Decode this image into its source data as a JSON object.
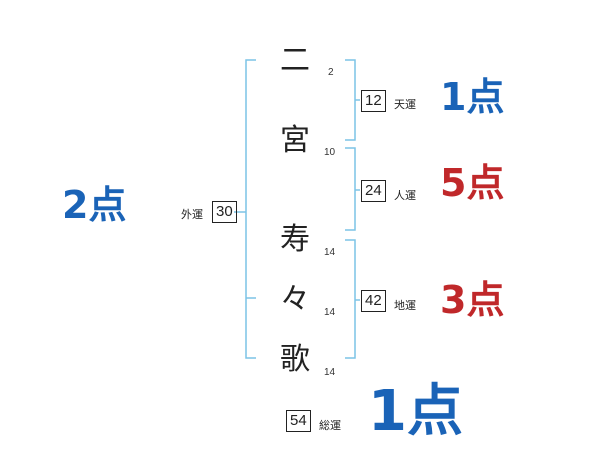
{
  "colors": {
    "bracket": "#7cc3e6",
    "good": "#1a63b7",
    "bad": "#c0282a",
    "ink": "#222222"
  },
  "name": {
    "chars": [
      {
        "char": "二",
        "strokes": "2"
      },
      {
        "char": "宮",
        "strokes": "10"
      },
      {
        "char": "寿",
        "strokes": "14"
      },
      {
        "char": "々",
        "strokes": "14"
      },
      {
        "char": "歌",
        "strokes": "14"
      }
    ]
  },
  "fortunes": {
    "ten": {
      "value": "12",
      "label": "天運",
      "score": "1点"
    },
    "jin": {
      "value": "24",
      "label": "人運",
      "score": "5点"
    },
    "chi": {
      "value": "42",
      "label": "地運",
      "score": "3点"
    },
    "gai": {
      "value": "30",
      "label": "外運",
      "score": "2点"
    },
    "sou": {
      "value": "54",
      "label": "総運",
      "score": "1点"
    }
  }
}
